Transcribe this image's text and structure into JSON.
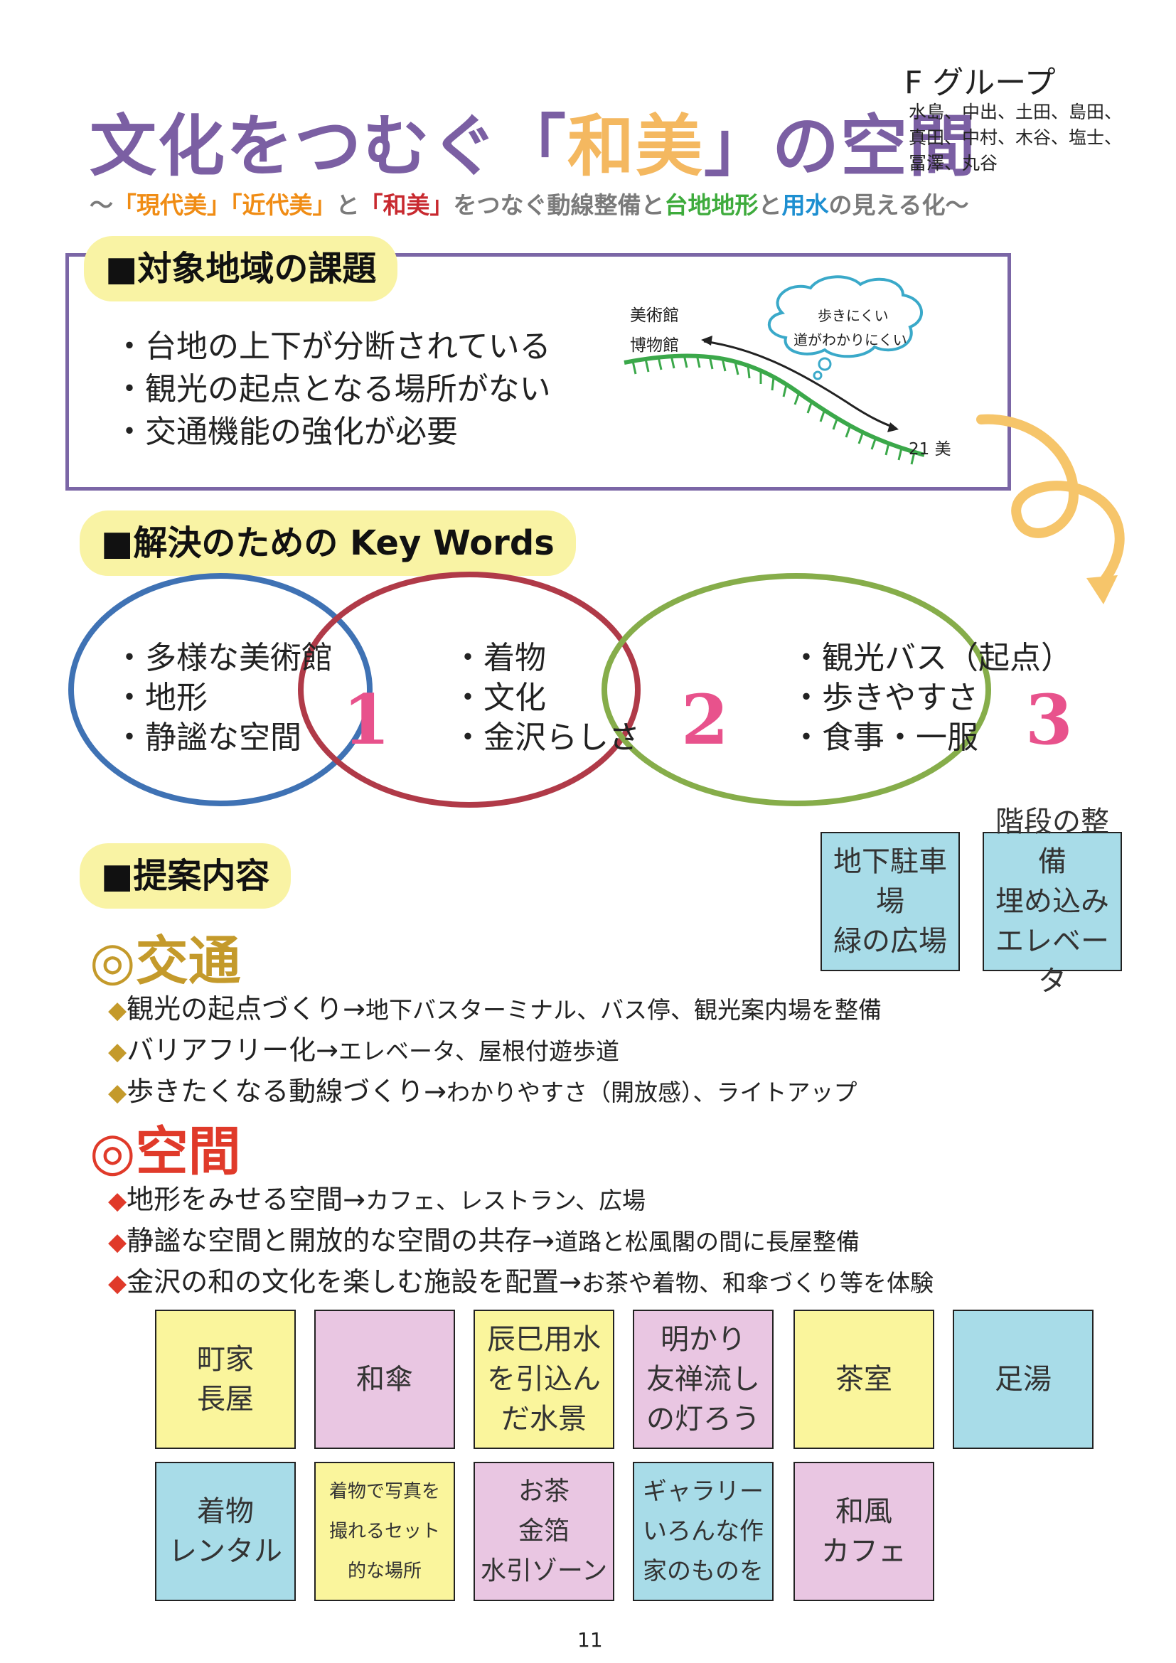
{
  "header": {
    "title_part1": "文化をつむぐ「",
    "title_highlight": "和美",
    "title_part2": "」の空間",
    "group": "F グループ",
    "members_line1": "水島、中出、土田、島田、",
    "members_line2": "真田、中村、木谷、塩士、",
    "members_line3": "冨澤、丸谷",
    "subtitle": {
      "s1": "～",
      "s2": "「現代美」「近代美」",
      "s3": "と",
      "s4": "「和美」",
      "s5": "をつなぐ動線整備と",
      "s6": "台地地形",
      "s7": "と",
      "s8": "用水",
      "s9": "の見える化～"
    }
  },
  "issues": {
    "tab": "■対象地域の課題",
    "items": [
      "・台地の上下が分断されている",
      "・観光の起点となる場所がない",
      "・交通機能の強化が必要"
    ],
    "diagram": {
      "label_museum1": "美術館",
      "label_museum2": "博物館",
      "label_21": "21 美",
      "bubble_line1": "歩きにくい",
      "bubble_line2": "道がわかりにくい"
    }
  },
  "keywords": {
    "tab": "■解決のための Key Words",
    "circles": [
      {
        "number": "1",
        "items": [
          "・多様な美術館",
          "・地形",
          "・静謐な空間"
        ]
      },
      {
        "number": "2",
        "items": [
          "・着物",
          "・文化",
          "・金沢らしさ"
        ]
      },
      {
        "number": "3",
        "items": [
          "・観光バス（起点）",
          "・歩きやすさ",
          "・食事・一服"
        ]
      }
    ]
  },
  "proposal": {
    "tab": "■提案内容",
    "notes_top": [
      {
        "text": "地下駐車場\n緑の広場"
      },
      {
        "text": "階段の整備\n埋め込み\nエレベータ"
      }
    ],
    "traffic": {
      "heading": "◎交通",
      "items": [
        {
          "main": "観光の起点づくり→",
          "detail": "地下バスターミナル、バス停、観光案内場を整備"
        },
        {
          "main": "バリアフリー化→",
          "detail": "エレベータ、屋根付遊歩道"
        },
        {
          "main": "歩きたくなる動線づくり→",
          "detail": "わかりやすさ（開放感）、ライトアップ"
        }
      ]
    },
    "space": {
      "heading": "◎空間",
      "items": [
        {
          "main": "地形をみせる空間→",
          "detail": "カフェ、レストラン、広場"
        },
        {
          "main": "静謐な空間と開放的な空間の共存→",
          "detail": "道路と松風閣の間に長屋整備"
        },
        {
          "main": "金沢の和の文化を楽しむ施設を配置→",
          "detail": "お茶や着物、和傘づくり等を体験"
        }
      ]
    },
    "bullet_symbol": "◆",
    "notes_row1": [
      "町家\n長屋",
      "和傘",
      "辰巳用水\nを引込ん\nだ水景",
      "明かり\n友禅流し\nの灯ろう",
      "茶室",
      "足湯"
    ],
    "notes_row2": [
      "着物\nレンタル",
      "着物で写真を\n撮れるセット\n的な場所",
      "お茶\n金箔\n水引ゾーン",
      "ギャラリー\nいろんな作\n家のものを",
      "和風\nカフェ"
    ]
  },
  "colors": {
    "title": "#7b5fa3",
    "highlight": "#f4b860",
    "circle1": "#3f72b4",
    "circle2": "#b03a48",
    "circle3": "#86ad4a",
    "slope": "#3ba84a",
    "arrow": "#f6c56a",
    "traffic_bullet": "#c49a2b",
    "space_bullet": "#e03a2a"
  },
  "page_number": "11"
}
